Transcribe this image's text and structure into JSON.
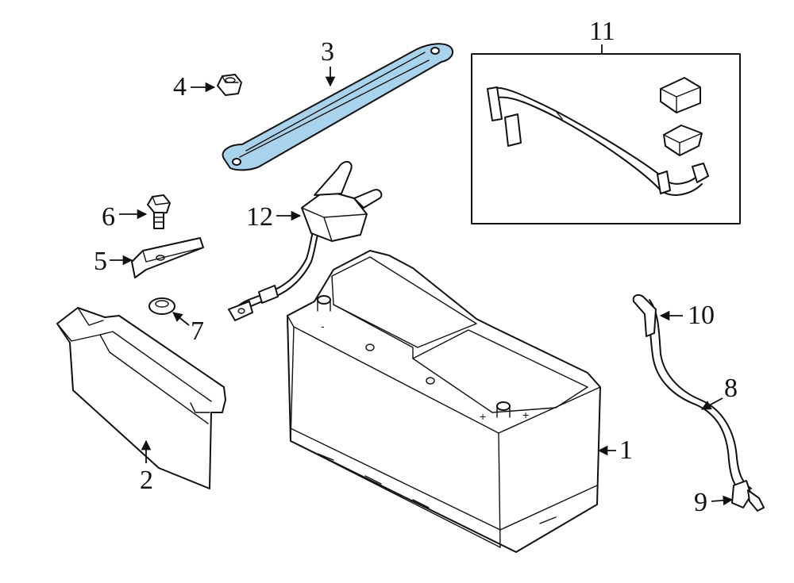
{
  "callouts": {
    "c1": "1",
    "c2": "2",
    "c3": "3",
    "c4": "4",
    "c5": "5",
    "c6": "6",
    "c7": "7",
    "c8": "8",
    "c9": "9",
    "c10": "10",
    "c11": "11",
    "c12": "12"
  },
  "terminal_marks": {
    "neg_left": "-",
    "plus_left": "+",
    "plus_right": "+"
  },
  "colors": {
    "highlight": "#a9d3ec",
    "line": "#111111"
  },
  "highlighted_part": "3"
}
